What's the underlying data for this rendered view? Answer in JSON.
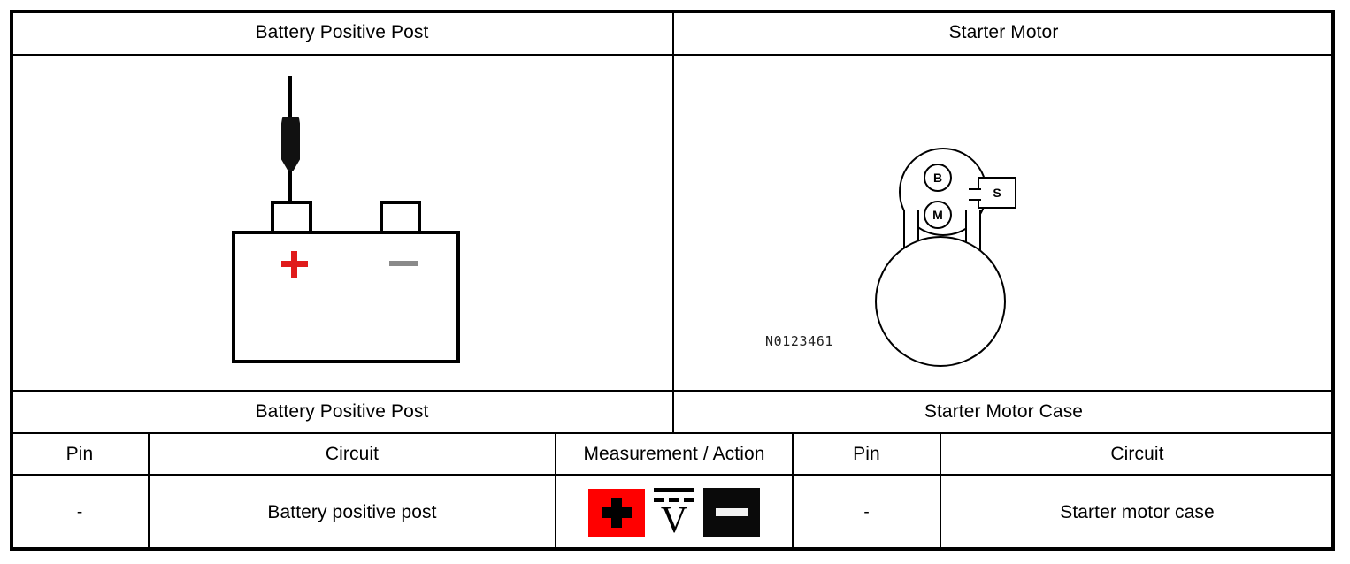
{
  "document": {
    "figure_code": "N0123461"
  },
  "top": {
    "left_title": "Battery Positive Post",
    "right_title": "Starter Motor"
  },
  "diagrams": {
    "battery": {
      "name": "battery-diagram",
      "positive_symbol": "+",
      "negative_symbol": "−",
      "positive_color": "#e01b1b",
      "negative_color": "#8a8a8a",
      "probe": "test-probe"
    },
    "starter": {
      "name": "starter-motor-diagram",
      "terminal_b": "B",
      "terminal_m": "M",
      "terminal_s": "S",
      "figure_code": "N0123461"
    }
  },
  "section_titles": {
    "left": "Battery Positive Post",
    "right": "Starter Motor Case"
  },
  "table": {
    "headers": {
      "left_pin": "Pin",
      "left_circuit": "Circuit",
      "measurement": "Measurement / Action",
      "right_pin": "Pin",
      "right_circuit": "Circuit"
    },
    "rows": [
      {
        "left_pin": "-",
        "left_circuit": "Battery positive post",
        "measurement_icons": [
          {
            "name": "positive-lead-icon",
            "glyph": "+",
            "background": "#ff0000",
            "foreground": "#000000"
          },
          {
            "name": "dc-voltage-icon",
            "glyph": "V",
            "background": "#ffffff",
            "foreground": "#000000"
          },
          {
            "name": "negative-lead-icon",
            "glyph": "−",
            "background": "#0a0a0a",
            "foreground": "#f2f2f2"
          }
        ],
        "right_pin": "-",
        "right_circuit": "Starter motor case"
      }
    ]
  }
}
